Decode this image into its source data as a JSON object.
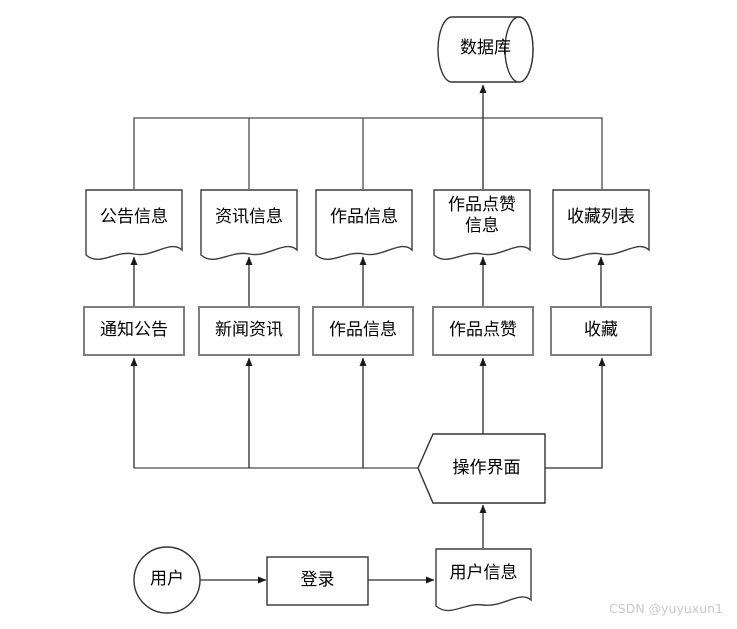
{
  "watermark": "CSDN @yuyuxun1",
  "colors": {
    "line": "#4a4a4a",
    "arrow": "#1a1a1a",
    "box-border": "#7f7f7f",
    "doc-border": "#3d3d3d",
    "text": "#000000",
    "watermark": "#c9c9c9",
    "bg": "#ffffff"
  },
  "nodes": {
    "database": {
      "label": "数据库",
      "shape": "cylinder"
    },
    "documents": [
      {
        "label": "公告信息",
        "shape": "document"
      },
      {
        "label": "资讯信息",
        "shape": "document"
      },
      {
        "label": "作品信息",
        "shape": "document"
      },
      {
        "label": "作品点赞\n信息",
        "shape": "document"
      },
      {
        "label": "收藏列表",
        "shape": "document"
      }
    ],
    "modules": [
      {
        "label": "通知公告",
        "shape": "rectangle"
      },
      {
        "label": "新闻资讯",
        "shape": "rectangle"
      },
      {
        "label": "作品信息",
        "shape": "rectangle"
      },
      {
        "label": "作品点赞",
        "shape": "rectangle"
      },
      {
        "label": "收藏",
        "shape": "rectangle"
      }
    ],
    "operation_panel": {
      "label": "操作界面",
      "shape": "pentagon"
    },
    "user": {
      "label": "用户",
      "shape": "circle"
    },
    "login": {
      "label": "登录",
      "shape": "rectangle"
    },
    "user_info": {
      "label": "用户信息",
      "shape": "document"
    }
  }
}
